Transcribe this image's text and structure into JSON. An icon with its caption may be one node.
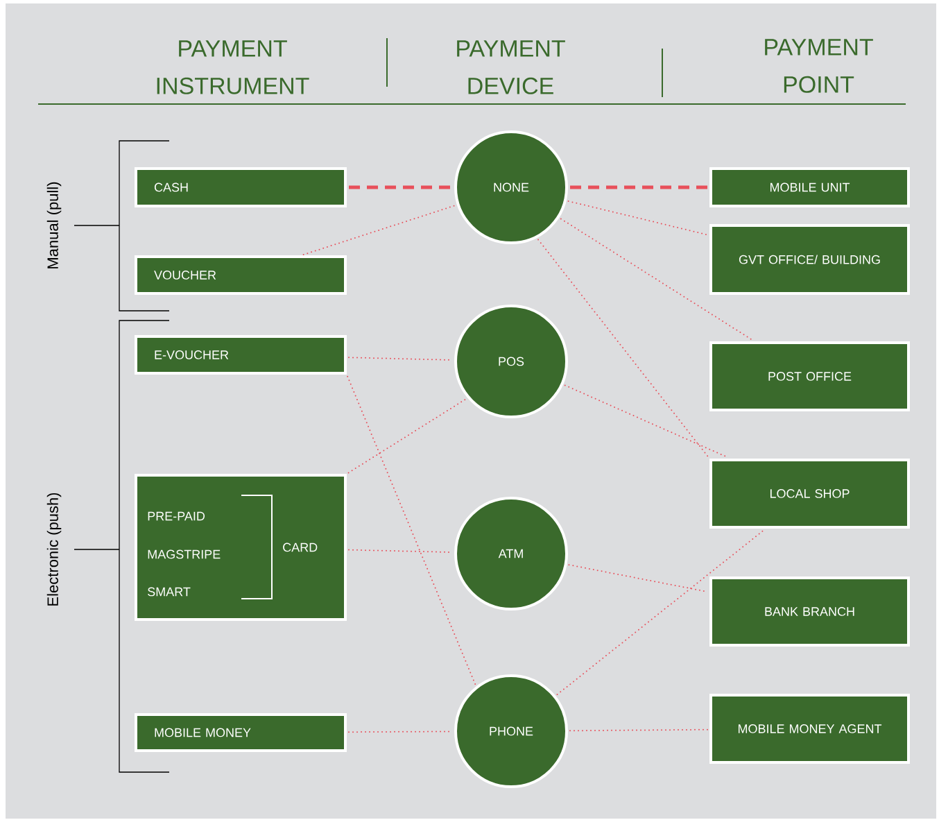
{
  "diagram": {
    "nodes": [
      {
        "text": [
          "CASH"
        ]
      },
      {
        "text": [
          "VOUCHER"
        ]
      },
      {
        "text": [
          "E-VOUCHER"
        ]
      },
      {
        "text": [
          "PRE-PAID",
          "MAGSTRIPE",
          "SMART",
          "CARD"
        ]
      },
      {
        "text": [
          "MOBILE MONEY"
        ]
      },
      {
        "text": [
          "NONE"
        ]
      },
      {
        "text": [
          "POS"
        ]
      },
      {
        "text": [
          "ATM"
        ]
      },
      {
        "text": [
          "PHONE"
        ]
      },
      {
        "text": [
          "MOBILE UNIT"
        ]
      },
      {
        "text": [
          "GVT OFFICE/ BUILDING"
        ]
      },
      {
        "text": [
          "POST OFFICE"
        ]
      },
      {
        "text": [
          "LOCAL SHOP"
        ]
      },
      {
        "text": [
          "BANK BRANCH"
        ]
      },
      {
        "text": [
          "MOBILE MONEY AGENT"
        ]
      }
    ],
    "edges": [
      {
        "from": 0,
        "to": 5,
        "arrow": "none",
        "style": "dashed"
      },
      {
        "from": 5,
        "to": 9,
        "arrow": "none",
        "style": "dashed"
      },
      {
        "from": 1,
        "to": 5,
        "arrow": "none"
      },
      {
        "from": 2,
        "to": 6,
        "arrow": "none"
      },
      {
        "from": 2,
        "to": 8,
        "arrow": "none"
      },
      {
        "from": 3,
        "to": 6,
        "arrow": "none"
      },
      {
        "from": 3,
        "to": 7,
        "arrow": "none"
      },
      {
        "from": 4,
        "to": 8,
        "arrow": "none"
      },
      {
        "from": 5,
        "to": 10,
        "arrow": "none"
      },
      {
        "from": 5,
        "to": 11,
        "arrow": "none"
      },
      {
        "from": 5,
        "to": 12,
        "arrow": "none"
      },
      {
        "from": 6,
        "to": 12,
        "arrow": "none"
      },
      {
        "from": 7,
        "to": 13,
        "arrow": "none"
      },
      {
        "from": 8,
        "to": 12,
        "arrow": "none"
      },
      {
        "from": 8,
        "to": 14,
        "arrow": "none"
      }
    ],
    "labels": [
      "PAYMENT INSTRUMENT",
      "PAYMENT DEVICE",
      "PAYMENT POINT",
      "Manual (pull)",
      "Electronic (push)"
    ]
  }
}
